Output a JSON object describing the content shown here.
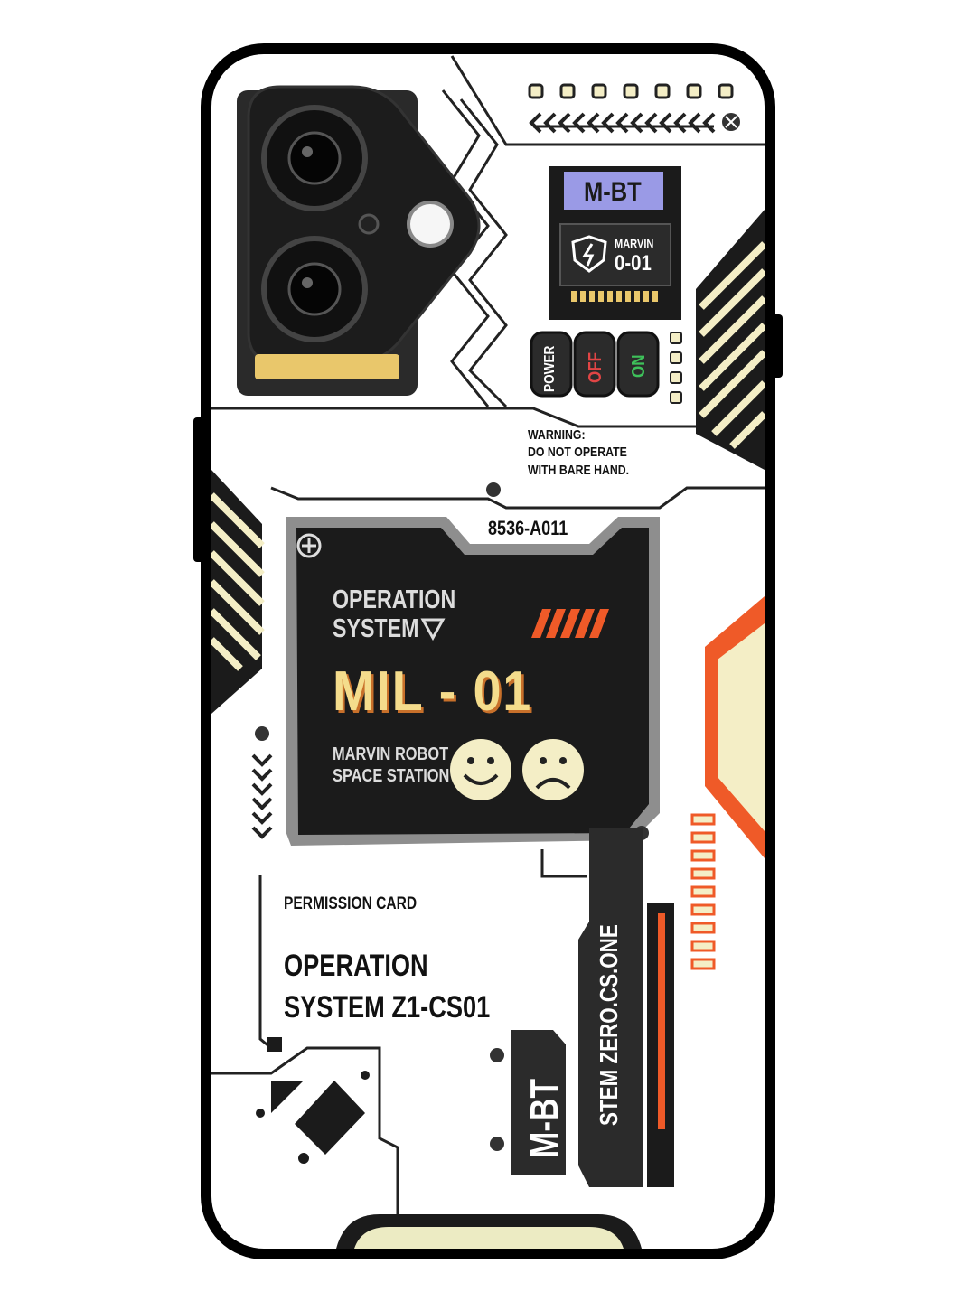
{
  "product": {
    "colors": {
      "frame": "#000000",
      "face": "#ffffff",
      "panel": "#1b1b1b",
      "panel_border": "#8e8e8e",
      "cream": "#f4eec6",
      "orange": "#ef5a28",
      "lilac": "#9a9ae6",
      "gold": "#e9c76b",
      "green": "#3ec15a",
      "red": "#e14545"
    }
  },
  "labels": {
    "badge_top": "M-BT",
    "badge_name": "MARVIN",
    "badge_code": "0-01",
    "switch_power": "POWER",
    "switch_off": "OFF",
    "switch_on": "ON",
    "warning_line1": "WARNING:",
    "warning_line2": "DO NOT OPERATE",
    "warning_line3": "WITH BARE HAND.",
    "panel_code": "8536-A011",
    "panel_os_line1": "OPERATION",
    "panel_os_line2": "SYSTEM",
    "panel_title": "MIL - 01",
    "panel_sub_line1": "MARVIN ROBOT",
    "panel_sub_line2": "SPACE STATION",
    "permission": "PERMISSION CARD",
    "op_line1": "OPERATION",
    "op_line2": "SYSTEM Z1-CS01",
    "vertical_text": "STEM ZERO.CS.ONE",
    "bottom_badge": "M-BT"
  },
  "icons": [
    "camera-lens-icon",
    "flash-icon",
    "lightning-shield-icon",
    "triangle-down-icon",
    "smiley-happy-icon",
    "smiley-sad-icon",
    "screw-icon",
    "chevron-left-icon",
    "chevron-down-icon"
  ]
}
